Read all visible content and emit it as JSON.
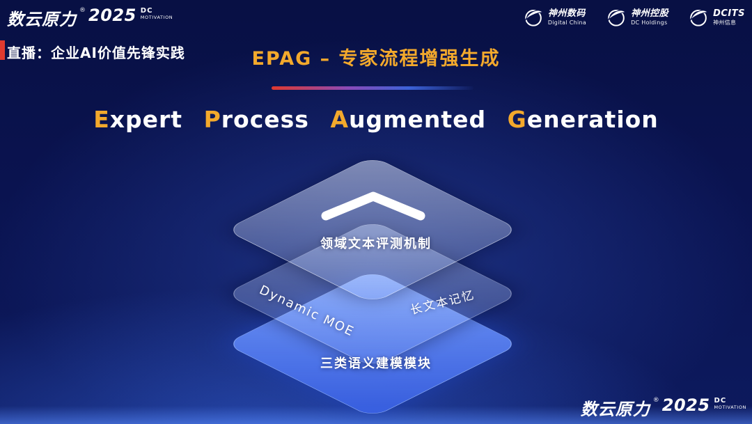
{
  "brand": {
    "logo_cn": "数云原力",
    "logo_reg": "®",
    "logo_year": "2025",
    "logo_sub_top": "DC",
    "logo_sub_bottom": "MOTIVATION"
  },
  "header": {
    "live_label": "直播：企业AI价值先锋实践",
    "title": "EPAG – 专家流程增强生成"
  },
  "partners": [
    {
      "name": "神州数码",
      "sub": "Digital China"
    },
    {
      "name": "神州控股",
      "sub": "DC Holdings"
    },
    {
      "name": "DCITS",
      "sub": "神州信息"
    }
  ],
  "subtitle": {
    "words": [
      {
        "first": "E",
        "rest": "xpert"
      },
      {
        "first": "P",
        "rest": "rocess"
      },
      {
        "first": "A",
        "rest": "ugmented"
      },
      {
        "first": "G",
        "rest": "eneration"
      }
    ]
  },
  "stack": {
    "layer_top_label": "领域文本评测机制",
    "layer_mid_left_label": "Dynamic MOE",
    "layer_mid_right_label": "长文本记忆",
    "layer_bottom_label": "三类语义建模模块"
  },
  "colors": {
    "accent_gold": "#f3a92c",
    "accent_red": "#e03a2f",
    "layer_blue": "#3f63e8",
    "background_navy": "#0a1350"
  }
}
